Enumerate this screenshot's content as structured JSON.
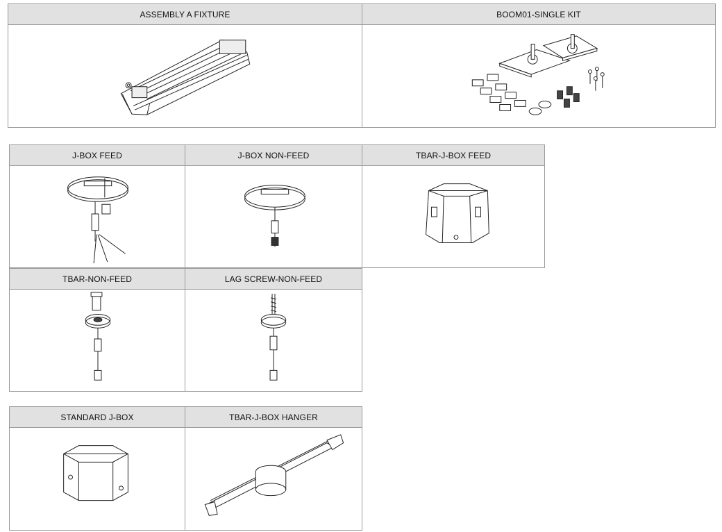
{
  "panels": {
    "assembly": {
      "title": "ASSEMBLY A FIXTURE",
      "icon": "linear-fixture-icon"
    },
    "kit": {
      "title": "BOOM01-SINGLE KIT",
      "icon": "mounting-kit-icon"
    },
    "jbox_feed": {
      "title": "J-BOX FEED",
      "icon": "jbox-feed-canopy-icon"
    },
    "jbox_nonfeed": {
      "title": "J-BOX NON-FEED",
      "icon": "jbox-nonfeed-canopy-icon"
    },
    "tbar_jbox_feed": {
      "title": "TBAR-J-BOX FEED",
      "icon": "octagon-box-icon"
    },
    "tbar_nonfeed": {
      "title": "TBAR-NON-FEED",
      "icon": "tbar-clip-canopy-icon"
    },
    "lag_screw": {
      "title": "LAG SCREW-NON-FEED",
      "icon": "lag-screw-canopy-icon"
    },
    "standard_jbox": {
      "title": "STANDARD J-BOX",
      "icon": "standard-jbox-icon"
    },
    "tbar_hanger": {
      "title": "TBAR-J-BOX HANGER",
      "icon": "tbar-hanger-icon"
    }
  }
}
